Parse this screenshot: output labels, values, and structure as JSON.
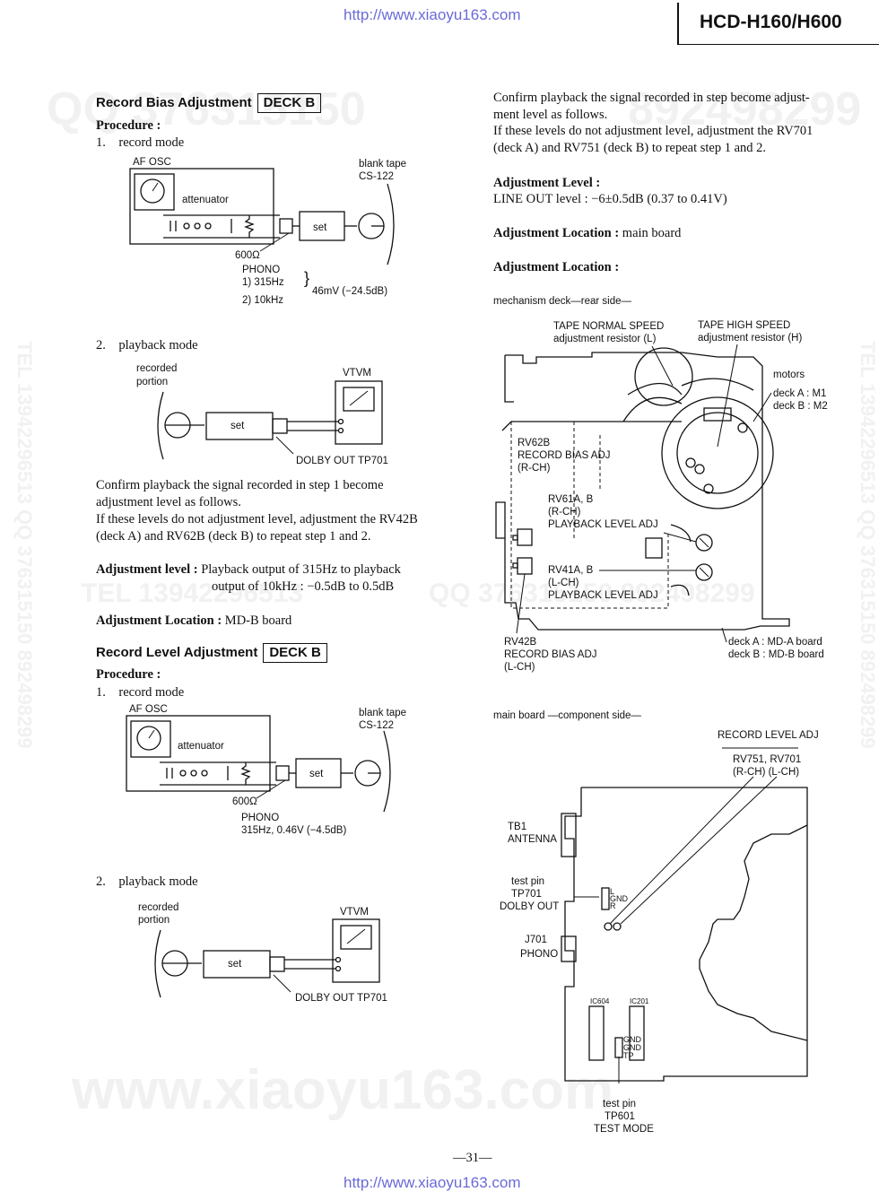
{
  "header": {
    "url_top": "http://www.xiaoyu163.com",
    "model": "HCD-H160/H600",
    "url_bottom": "http://www.xiaoyu163.com",
    "page_number": "—31—"
  },
  "watermarks": {
    "top_left": "QQ 376315150",
    "top_right": "892498299",
    "left_vertical": "TEL 13942296513 QQ 376315150 892498299",
    "right_vertical": "TEL 13942296513 QQ 376315150 892498299",
    "middle": "TEL 13942296513",
    "middle_qq": "QQ 376315150 892498299",
    "bottom": "www.xiaoyu163.com"
  },
  "bias": {
    "title": "Record Bias Adjustment",
    "deck": "DECK B",
    "procedure": "Procedure :",
    "step1": "1. record mode",
    "d1": {
      "af_osc": "AF OSC",
      "attenuator": "attenuator",
      "blank_tape": "blank tape",
      "cs122": "CS-122",
      "set": "set",
      "ohm": "600Ω",
      "phono": "PHONO",
      "f1": "1)  315Hz",
      "f2": "2)   10kHz",
      "level": "46mV (−24.5dB)"
    },
    "step2": "2. playback mode",
    "d2": {
      "recorded": "recorded",
      "portion": "portion",
      "vtvm": "VTVM",
      "set": "set",
      "dolby": "DOLBY OUT TP701"
    },
    "confirm1": "Confirm playback the signal recorded in step 1 become",
    "confirm2": "adjustment level as follows.",
    "confirm3": "If these levels do not adjustment level, adjustment the RV42B",
    "confirm4": "(deck A) and RV62B (deck B) to repeat step 1 and 2.",
    "adj_level_label": "Adjustment level :",
    "adj_level_1": "Playback output of 315Hz to playback",
    "adj_level_2": "output of 10kHz : −0.5dB to 0.5dB",
    "adj_loc_label": "Adjustment Location :",
    "adj_loc": "MD-B board"
  },
  "level": {
    "title": "Record Level Adjustment",
    "deck": "DECK B",
    "procedure": "Procedure :",
    "step1": "1. record mode",
    "d1": {
      "af_osc": "AF OSC",
      "attenuator": "attenuator",
      "blank_tape": "blank tape",
      "cs122": "CS-122",
      "set": "set",
      "ohm": "600Ω",
      "phono": "PHONO",
      "level": "315Hz, 0.46V (−4.5dB)"
    },
    "step2": "2. playback mode",
    "d2": {
      "recorded": "recorded",
      "portion": "portion",
      "vtvm": "VTVM",
      "set": "set",
      "dolby": "DOLBY OUT TP701"
    }
  },
  "right": {
    "confirm1": "Confirm playback the signal recorded in step become adjust-",
    "confirm2": "ment level as follows.",
    "confirm3": "If these levels do not adjustment level, adjustment the RV701",
    "confirm4": "(deck A) and RV751 (deck B) to repeat step 1 and 2.",
    "adj_level_label": "Adjustment Level :",
    "adj_level": "LINE OUT level : −6±0.5dB (0.37 to 0.41V)",
    "adj_loc_label": "Adjustment Location :",
    "adj_loc": "main board",
    "adj_loc2_label": "Adjustment Location :",
    "mech": {
      "caption": "mechanism deck—rear side—",
      "tape_normal": "TAPE NORMAL SPEED",
      "tape_normal_2": "adjustment resistor (L)",
      "tape_high": "TAPE HIGH SPEED",
      "tape_high_2": "adjustment resistor (H)",
      "motors": "motors",
      "m1": "deck A : M1",
      "m2": "deck B : M2",
      "rv62b": "RV62B",
      "rv62b_2": "RECORD BIAS ADJ",
      "rv62b_3": "(R-CH)",
      "rv61": "RV61A, B",
      "rv61_2": "(R-CH)",
      "rv61_3": "PLAYBACK LEVEL ADJ",
      "rv41": "RV41A, B",
      "rv41_2": "(L-CH)",
      "rv41_3": "PLAYBACK LEVEL ADJ",
      "rv42b": "RV42B",
      "rv42b_2": "RECORD BIAS ADJ",
      "rv42b_3": "(L-CH)",
      "board_a": "deck A : MD-A board",
      "board_b": "deck B : MD-B board"
    },
    "main": {
      "caption": "main board —component side—",
      "rec_level": "RECORD LEVEL ADJ",
      "rv": "RV751, RV701",
      "rv_ch": "(R-CH)  (L-CH)",
      "tb1": "TB1",
      "antenna": "ANTENNA",
      "test_pin": "test pin",
      "tp701": "TP701",
      "dolby_out": "DOLBY OUT",
      "j701": "J701",
      "phono": "PHONO",
      "ic604": "IC604",
      "ic201": "IC201",
      "pin_l": "L",
      "pin_gnd": "GND",
      "pin_r": "R",
      "gnd1": "GND",
      "gnd2": "GND",
      "tp": "TP",
      "test_pin2": "test pin",
      "tp601": "TP601",
      "test_mode": "TEST MODE"
    }
  }
}
